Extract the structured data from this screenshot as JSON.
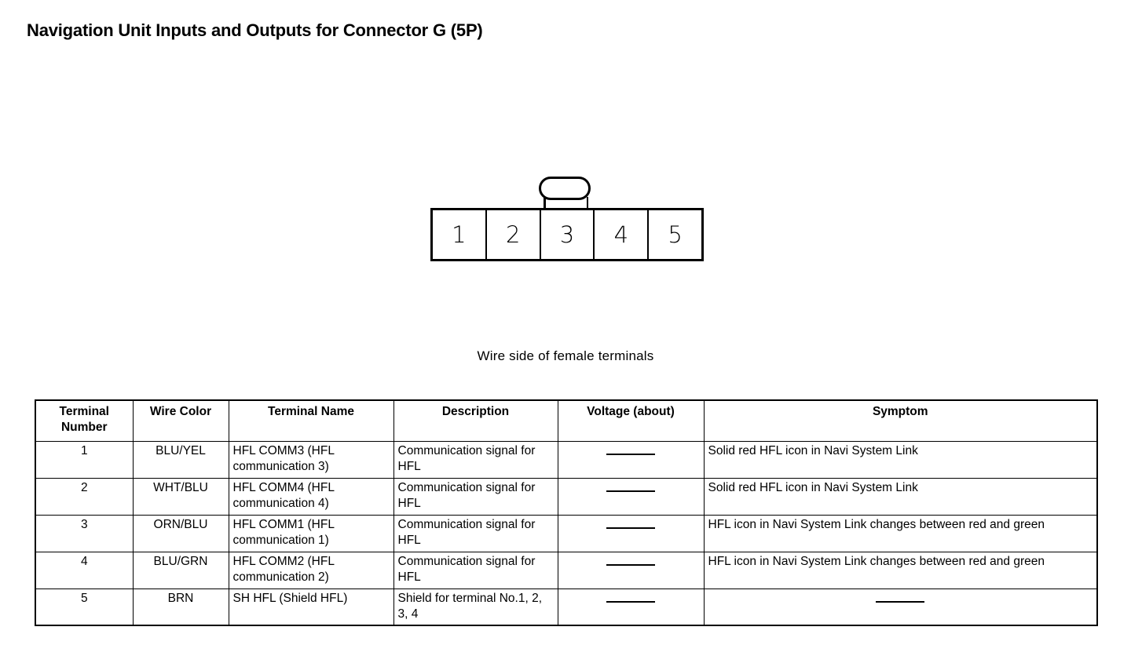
{
  "document": {
    "title": "Navigation Unit Inputs and Outputs for Connector G (5P)"
  },
  "connector": {
    "name": "G",
    "pin_count": "5P",
    "terminals": [
      "1",
      "2",
      "3",
      "4",
      "5"
    ],
    "latch_icon": "connector-latch-tab",
    "caption": "Wire side of female terminals"
  },
  "table": {
    "headers": {
      "terminal_number": "Terminal Number",
      "terminal_number_line1": "Terminal",
      "terminal_number_line2": "Number",
      "wire_color": "Wire Color",
      "terminal_name": "Terminal Name",
      "description": "Description",
      "voltage": "Voltage (about)",
      "symptom": "Symptom"
    },
    "rows": [
      {
        "terminal_number": "1",
        "wire_color": "BLU/YEL",
        "terminal_name": "HFL COMM3 (HFL communication 3)",
        "description": "Communication signal for HFL",
        "voltage": "—",
        "symptom": "Solid red HFL icon in Navi System Link"
      },
      {
        "terminal_number": "2",
        "wire_color": "WHT/BLU",
        "terminal_name": "HFL COMM4 (HFL communication 4)",
        "description": "Communication signal for HFL",
        "voltage": "—",
        "symptom": "Solid red HFL icon in Navi System Link"
      },
      {
        "terminal_number": "3",
        "wire_color": "ORN/BLU",
        "terminal_name": "HFL COMM1 (HFL communication 1)",
        "description": "Communication signal for HFL",
        "voltage": "—",
        "symptom": "HFL icon in Navi System Link changes between red and green"
      },
      {
        "terminal_number": "4",
        "wire_color": "BLU/GRN",
        "terminal_name": "HFL COMM2 (HFL communication 2)",
        "description": "Communication signal for HFL",
        "voltage": "—",
        "symptom": "HFL icon in Navi System Link changes between red and green"
      },
      {
        "terminal_number": "5",
        "wire_color": "BRN",
        "terminal_name": "SH HFL (Shield HFL)",
        "description": "Shield for terminal No.1, 2, 3, 4",
        "voltage": "—",
        "symptom": "—"
      }
    ]
  },
  "colors": {
    "ink": "#000000",
    "paper": "#ffffff"
  }
}
